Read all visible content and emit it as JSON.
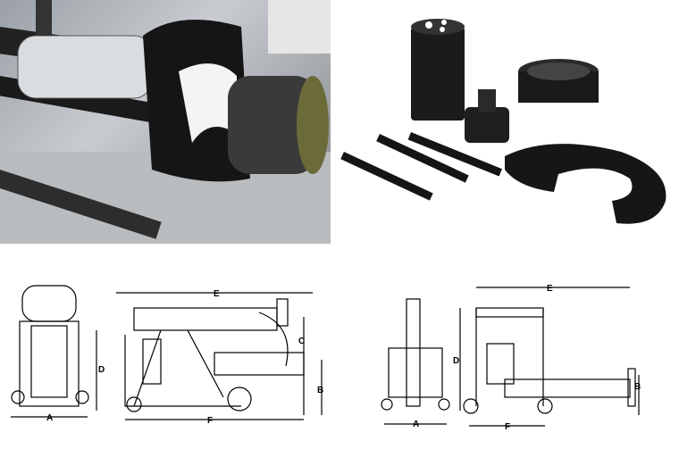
{
  "diagram_left": {
    "labels": {
      "A": "A",
      "B": "B",
      "C": "C",
      "D": "D",
      "E": "E",
      "F": "F"
    }
  },
  "diagram_right": {
    "labels": {
      "A": "A",
      "B": "B",
      "D": "D",
      "E": "E",
      "F": "F"
    }
  }
}
